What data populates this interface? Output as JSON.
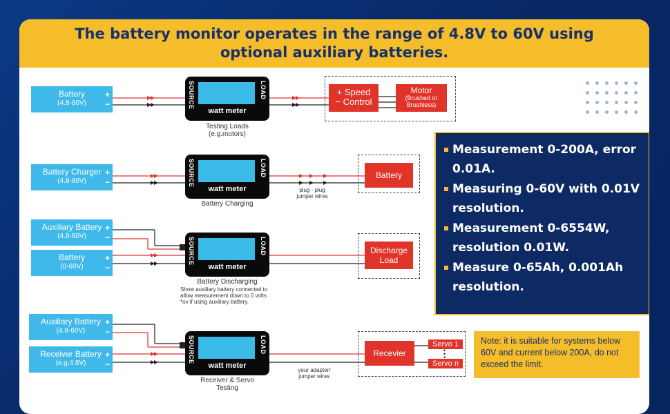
{
  "banner": {
    "title": "The battery monitor operates in the range of 4.8V to 60V using optional auxiliary batteries."
  },
  "meter": {
    "source_label": "SOURCE",
    "load_label": "LOAD",
    "name": "watt meter"
  },
  "row1": {
    "source_name": "Battery",
    "source_range": "(4.8-60V)",
    "caption_line1": "Testing Loads",
    "caption_line2": "(e.g.motors)",
    "speed_control_line1": "Speed",
    "speed_control_line2": "Control",
    "motor_title": "Motor",
    "motor_sub1": "(Brushed or",
    "motor_sub2": "Brushless)"
  },
  "row2": {
    "source_name": "Battery Charger",
    "source_range": "(4.8-60V)",
    "caption": "Battery Charging",
    "wire_note_line1": "plug - plug",
    "wire_note_line2": "jumper wires",
    "load_name": "Battery"
  },
  "row3": {
    "aux_name": "Auxiliary Battery",
    "aux_range": "(4.8-60V)",
    "source_name": "Battery",
    "source_range": "(0-60V)",
    "caption": "Battery Discharging",
    "note_line1": "Show auxiliary battery connected to",
    "note_line2": "allow measurement down to 0 volts",
    "note_line3": "*ov if using auxiliary battery.",
    "load_line1": "Discharge",
    "load_line2": "Load"
  },
  "row4": {
    "aux_name": "Auxiliary Battery",
    "aux_range": "(4.8-60V)",
    "source_name": "Receiver Battery",
    "source_range": "(e.g.4.8V)",
    "caption_line1": "Receiver & Servo",
    "caption_line2": "Testing",
    "wire_note_line1": "your adapter/",
    "wire_note_line2": "jumper wires",
    "receiver": "Recevier",
    "servo_1": "Servo 1",
    "servo_n": "Servo n"
  },
  "symbols": {
    "plus": "+",
    "minus": "−"
  },
  "specs": [
    "Measurement 0-200A, error 0.01A.",
    "Measuring 0-60V with 0.01V resolution.",
    "Measurement 0-6554W, resolution 0.01W.",
    "Measure 0-65Ah, 0.001Ah resolution."
  ],
  "note": "Note: it is suitable for systems below 60V and current below 200A, do not exceed the limit.",
  "colors": {
    "banner": "#f5bd2a",
    "navy": "#0d2a64",
    "sky_blue": "#3fb9ea",
    "red": "#e0332a",
    "meter_black": "#0a0a0a"
  }
}
